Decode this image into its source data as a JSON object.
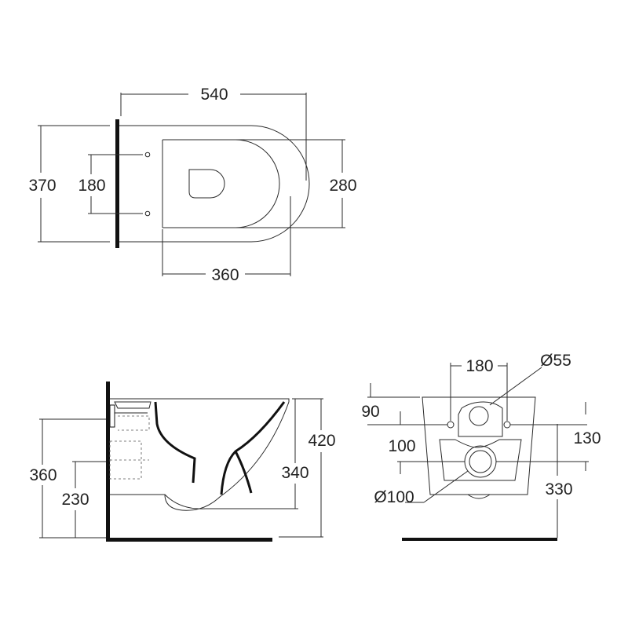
{
  "top_view": {
    "dims": {
      "overall_length": "540",
      "overall_width": "370",
      "bolt_spacing": "180",
      "seat_width": "280",
      "seat_length": "360"
    }
  },
  "side_view": {
    "dims": {
      "rim_height": "420",
      "bowl_height": "340",
      "mount_height": "360",
      "outlet_height": "230"
    }
  },
  "back_view": {
    "dims": {
      "bolt_spacing": "180",
      "inlet_diameter": "Ø55",
      "inlet_offset": "90",
      "bolt_offset": "100",
      "bolt_height": "130",
      "outlet_diameter": "Ø100",
      "outlet_height": "330"
    }
  }
}
